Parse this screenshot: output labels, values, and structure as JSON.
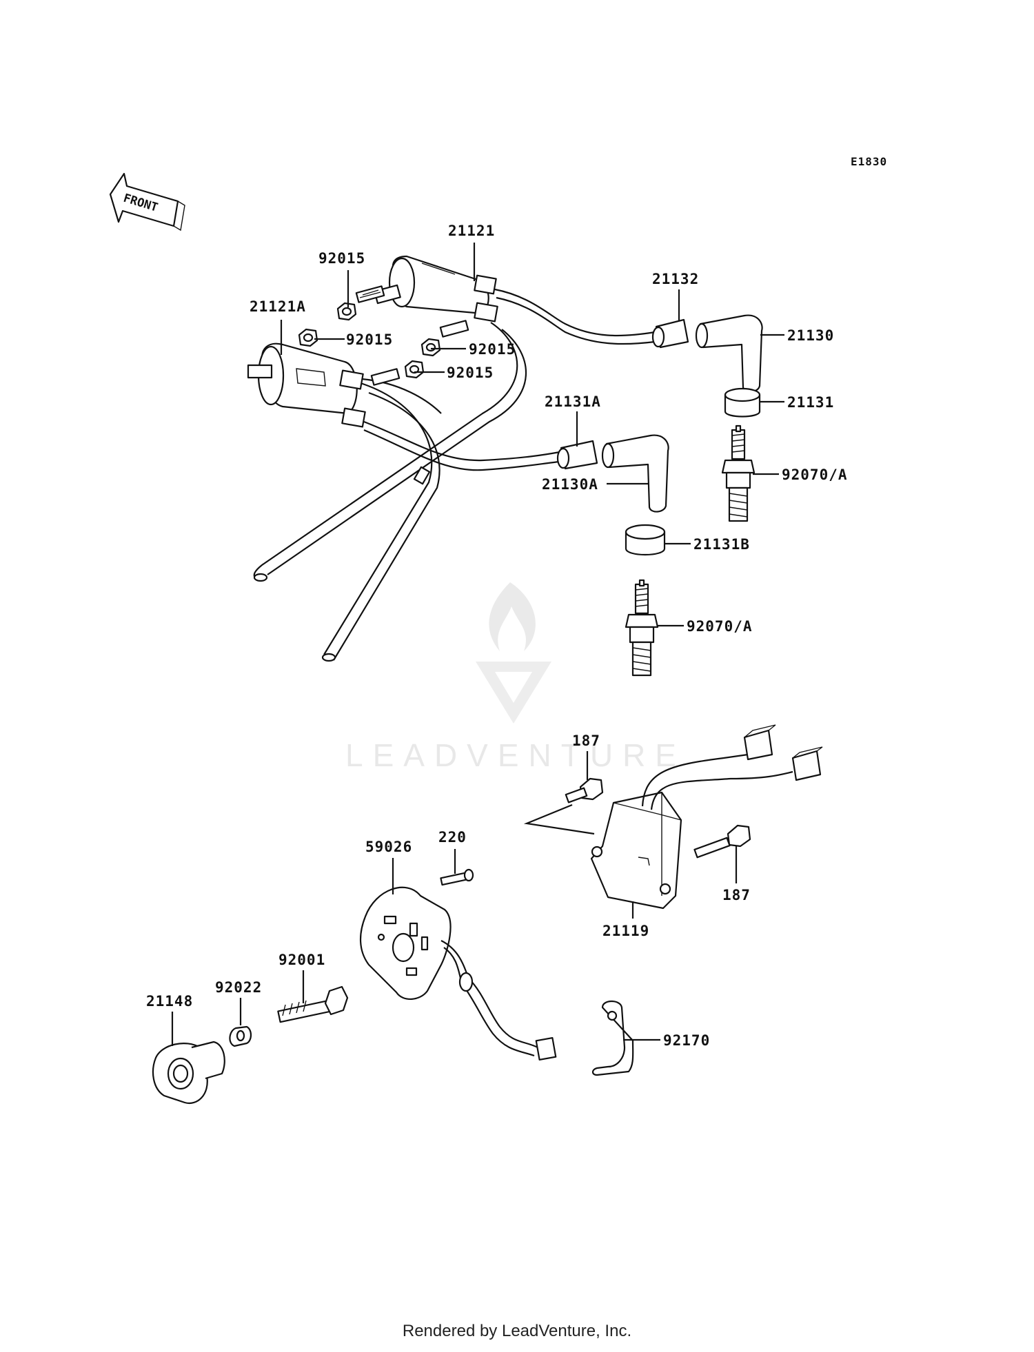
{
  "diagram_code": "E1830",
  "front_label": "FRONT",
  "watermark": "LEADVENTURE",
  "footer": "Rendered by LeadVenture, Inc.",
  "parts": {
    "p21121": "21121",
    "p21121A": "21121A",
    "p92015_a": "92015",
    "p92015_b": "92015",
    "p92015_c": "92015",
    "p92015_d": "92015",
    "p21132": "21132",
    "p21130": "21130",
    "p21131": "21131",
    "p21131A": "21131A",
    "p21130A": "21130A",
    "p92070_a": "92070/A",
    "p21131B": "21131B",
    "p92070_b": "92070/A",
    "p187_a": "187",
    "p187_b": "187",
    "p220": "220",
    "p59026": "59026",
    "p21119": "21119",
    "p92001": "92001",
    "p92022": "92022",
    "p21148": "21148",
    "p92170": "92170"
  }
}
